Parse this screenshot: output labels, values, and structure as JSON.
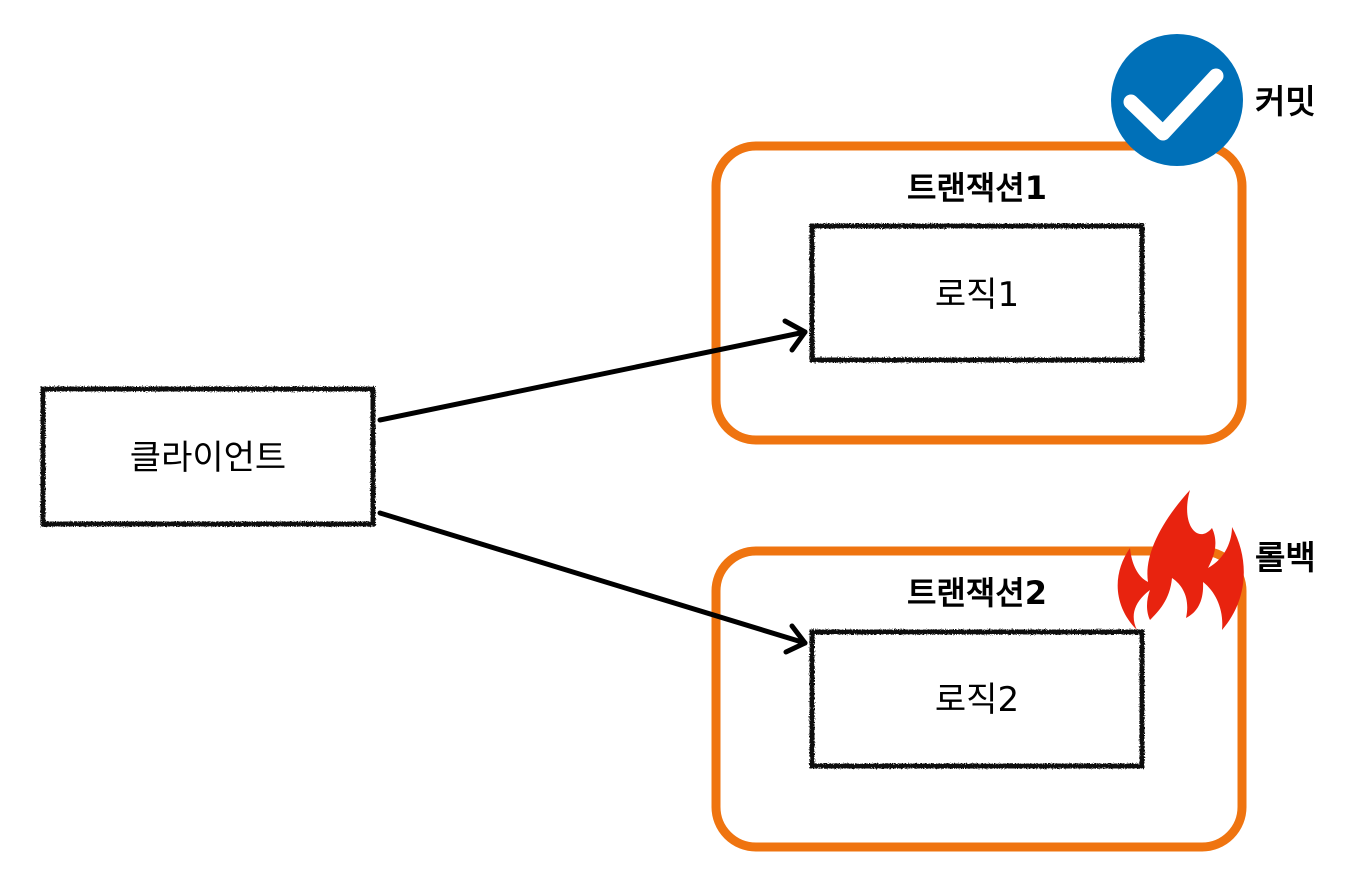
{
  "client": {
    "label": "클라이언트"
  },
  "transactions": [
    {
      "title": "트랜잭션1",
      "logic": "로직1",
      "status": {
        "label": "커밋",
        "icon": "check-circle-icon",
        "color": "#0070B8"
      }
    },
    {
      "title": "트랜잭션2",
      "logic": "로직2",
      "status": {
        "label": "롤백",
        "icon": "fire-icon",
        "color": "#E8230F"
      }
    }
  ],
  "colors": {
    "transaction_border": "#EF7410",
    "box_border": "#111111",
    "arrow": "#000000"
  }
}
